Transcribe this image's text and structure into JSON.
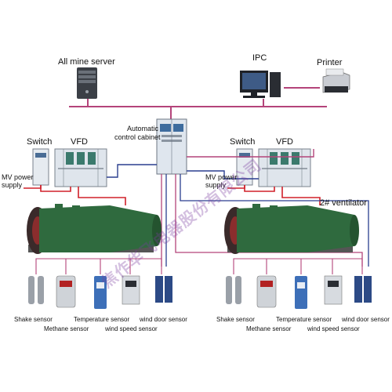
{
  "top": {
    "server_label": "All mine server",
    "ipc_label": "IPC",
    "printer_label": "Printer"
  },
  "center": {
    "cabinet_label_line1": "Automatic",
    "cabinet_label_line2": "control cabinet"
  },
  "left_group": {
    "switch_label": "Switch",
    "vfd_label": "VFD",
    "power_line1": "MV power",
    "power_line2": "supply",
    "sensors": {
      "shake": "Shake sensor",
      "methane": "Methane sensor",
      "temperature": "Temperature sensor",
      "wind_speed": "wind speed sensor",
      "wind_door": "wind door sensor"
    }
  },
  "right_group": {
    "switch_label": "Switch",
    "vfd_label": "VFD",
    "power_line1": "MV power",
    "power_line2": "supply",
    "ventilator_label": "2# ventilator",
    "sensors": {
      "shake": "Shake sensor",
      "methane": "Methane sensor",
      "temperature": "Temperature sensor",
      "wind_speed": "wind speed sensor",
      "wind_door": "wind door sensor"
    }
  },
  "watermark": "焦作华飞电器股份有限公司",
  "colors": {
    "bus": "#b4447a",
    "power": "#d0202a",
    "signal_blue": "#2a3f8f",
    "fan": "#2f6a3e",
    "cabinet": "#dfe6ee"
  }
}
